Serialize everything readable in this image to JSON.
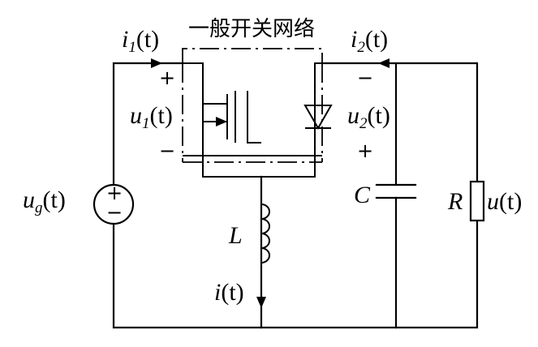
{
  "title": "一般开关网络",
  "labels": {
    "i1": "i",
    "i1_sub": "1",
    "i1_arg": "(t)",
    "i2": "i",
    "i2_sub": "2",
    "i2_arg": "(t)",
    "u1": "u",
    "u1_sub": "1",
    "u1_arg": "(t)",
    "u2": "u",
    "u2_sub": "2",
    "u2_arg": "(t)",
    "ug": "u",
    "ug_sub": "g",
    "ug_arg": "(t)",
    "C": "C",
    "R": "R",
    "u": "u",
    "u_arg": "(t)",
    "L": "L",
    "i": "i",
    "i_arg": "(t)"
  },
  "signs": {
    "u1_top": "+",
    "u1_bottom": "−",
    "u2_top": "−",
    "u2_bottom": "+",
    "source_plus": "+",
    "source_minus": "−"
  }
}
